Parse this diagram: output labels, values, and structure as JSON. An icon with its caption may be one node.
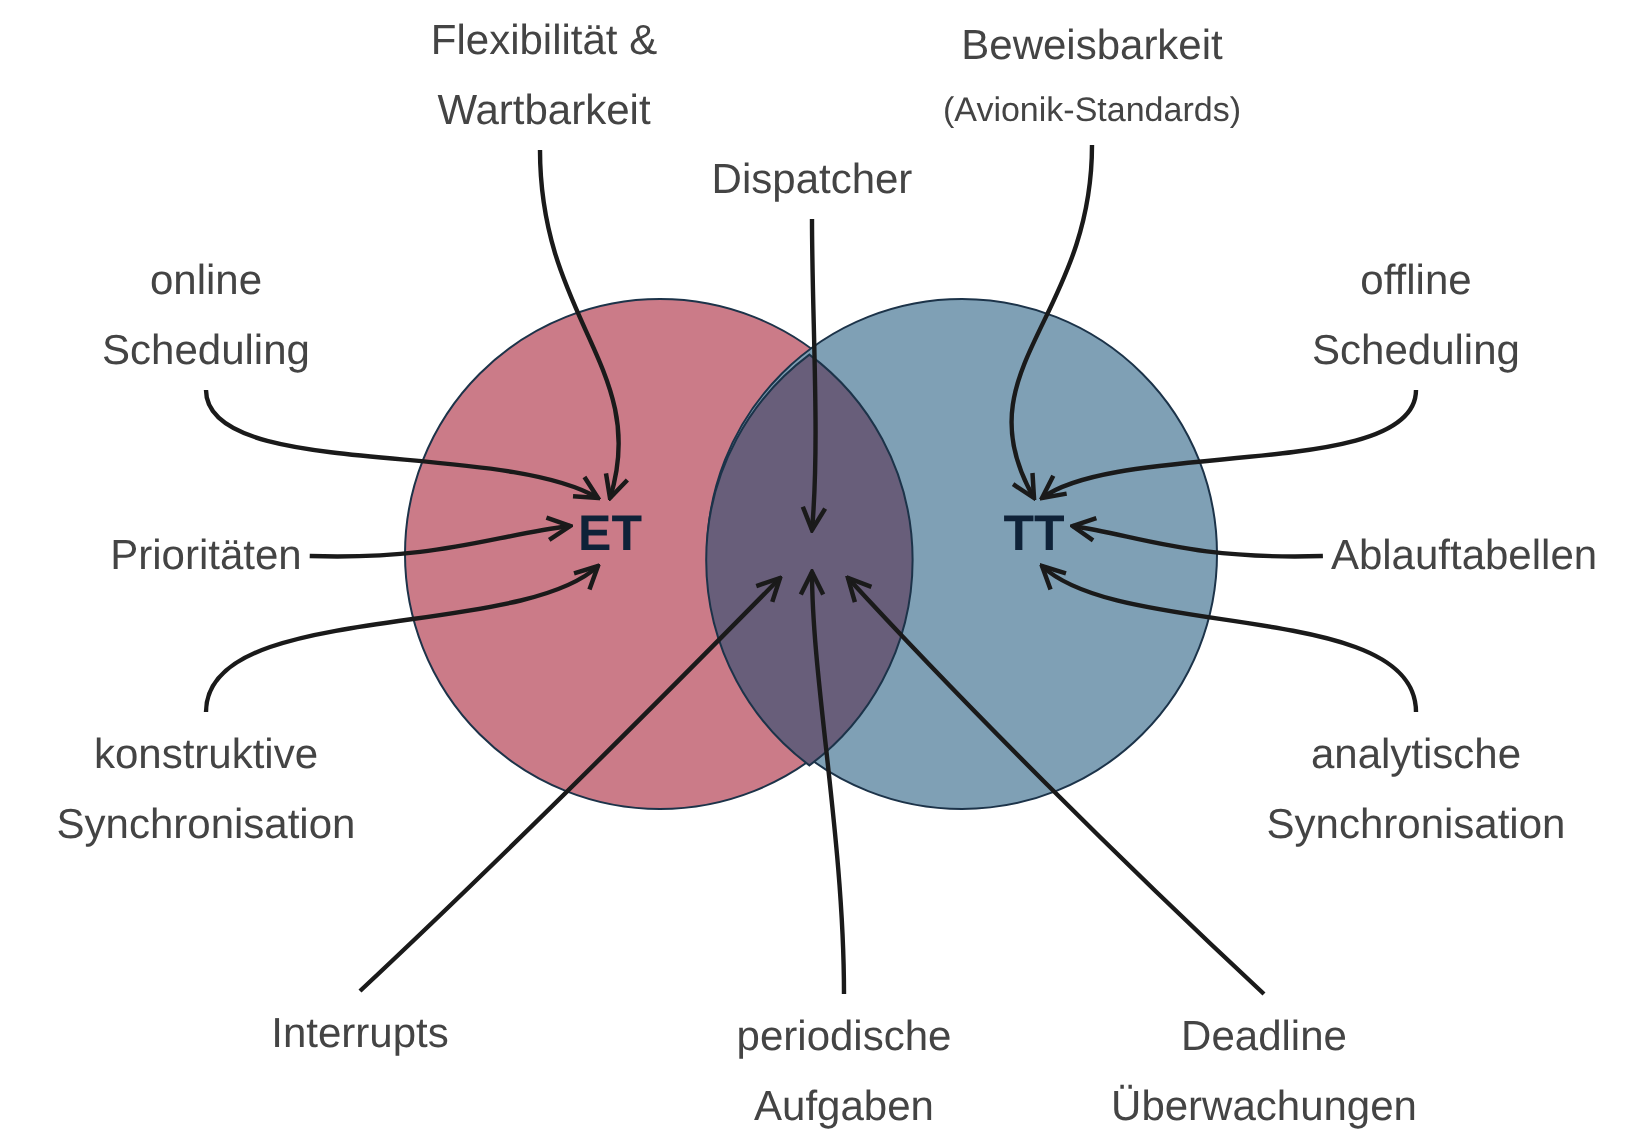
{
  "diagram": {
    "nodes": [
      {
        "text": [],
        "shape": "circle"
      },
      {
        "text": [
          "ET"
        ],
        "in": 0
      },
      {
        "text": [],
        "shape": "circle"
      },
      {
        "text": [
          "TT"
        ],
        "in": 2
      },
      {
        "text": [],
        "shape": "lens"
      },
      {
        "text": [
          "Flexibilität & Wartbarkeit"
        ]
      },
      {
        "text": [
          "Beweisbarkeit",
          "(Avionik-Standards)"
        ]
      },
      {
        "text": [
          "Dispatcher"
        ]
      },
      {
        "text": [
          "online Scheduling"
        ]
      },
      {
        "text": [
          "offline Scheduling"
        ]
      },
      {
        "text": [
          "Prioritäten"
        ]
      },
      {
        "text": [
          "Ablauftabellen"
        ]
      },
      {
        "text": [
          "konstruktive Synchronisation"
        ]
      },
      {
        "text": [
          "analytische Synchronisation"
        ]
      },
      {
        "text": [
          "Interrupts"
        ]
      },
      {
        "text": [
          "periodische Aufgaben"
        ]
      },
      {
        "text": [
          "Deadline Überwachungen"
        ]
      }
    ],
    "edges": [
      {
        "from": 5,
        "to": 1,
        "arrow": "to"
      },
      {
        "from": 8,
        "to": 1,
        "arrow": "to"
      },
      {
        "from": 10,
        "to": 1,
        "arrow": "to"
      },
      {
        "from": 12,
        "to": 1,
        "arrow": "to"
      },
      {
        "from": 6,
        "to": 3,
        "arrow": "to"
      },
      {
        "from": 9,
        "to": 3,
        "arrow": "to"
      },
      {
        "from": 11,
        "to": 3,
        "arrow": "to"
      },
      {
        "from": 13,
        "to": 3,
        "arrow": "to"
      },
      {
        "from": 7,
        "to": 4,
        "arrow": "to"
      },
      {
        "from": 14,
        "to": 4,
        "arrow": "to"
      },
      {
        "from": 15,
        "to": 4,
        "arrow": "to"
      },
      {
        "from": 16,
        "to": 4,
        "arrow": "to"
      }
    ]
  }
}
